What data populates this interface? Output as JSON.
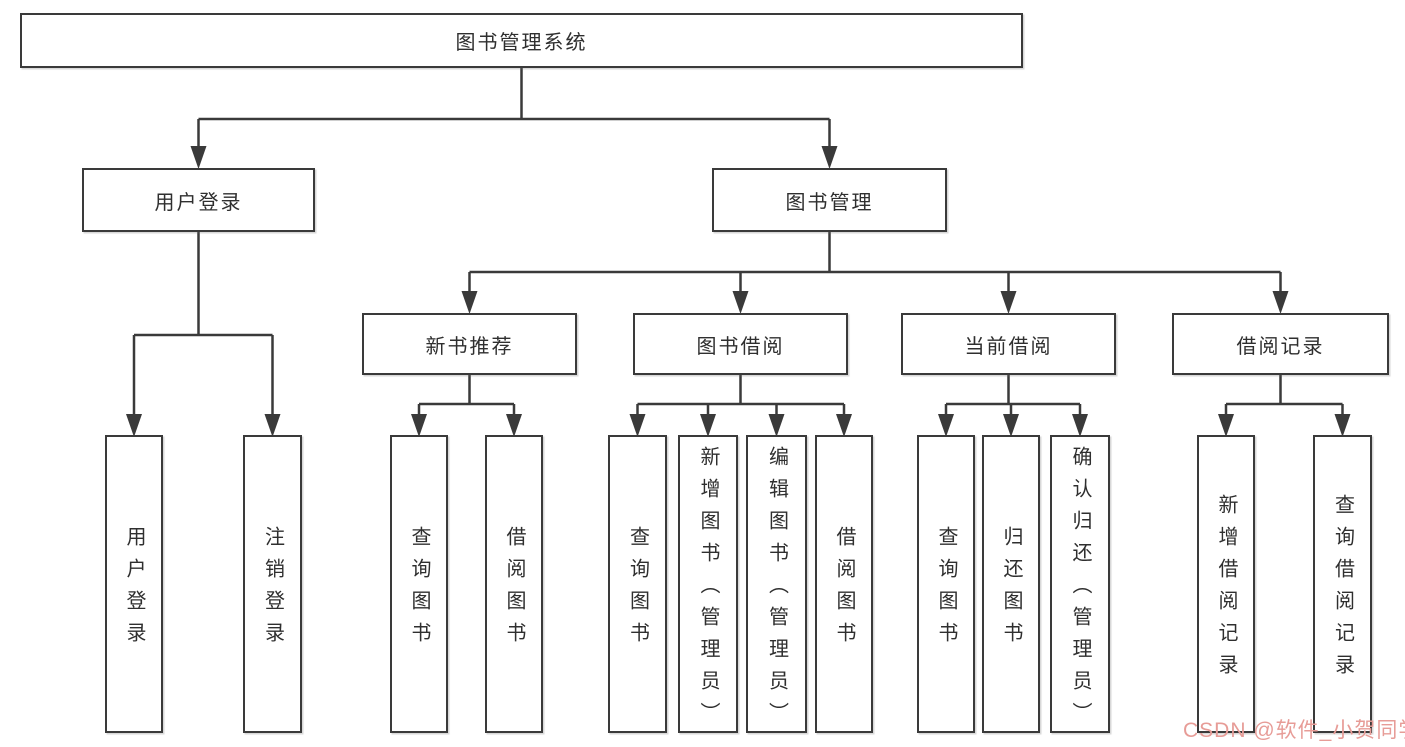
{
  "diagram_title": "图书管理系统",
  "root": {
    "label": "图书管理系统"
  },
  "level2": [
    {
      "label": "用户登录"
    },
    {
      "label": "图书管理"
    }
  ],
  "level3": [
    {
      "label": "新书推荐"
    },
    {
      "label": "图书借阅"
    },
    {
      "label": "当前借阅"
    },
    {
      "label": "借阅记录"
    }
  ],
  "leaves": [
    {
      "label": "用户登录"
    },
    {
      "label": "注销登录"
    },
    {
      "label": "查询图书"
    },
    {
      "label": "借阅图书"
    },
    {
      "label": "查询图书"
    },
    {
      "label": "新增图书（管理员）"
    },
    {
      "label": "编辑图书（管理员）"
    },
    {
      "label": "借阅图书"
    },
    {
      "label": "查询图书"
    },
    {
      "label": "归还图书"
    },
    {
      "label": "确认归还（管理员）"
    },
    {
      "label": "新增借阅记录"
    },
    {
      "label": "查询借阅记录"
    }
  ],
  "watermark": {
    "text": "CSDN @软件_小贺同学"
  },
  "colors": {
    "background": "#ffffff",
    "line": "#3a3a3a",
    "box_border": "#3a3a3a",
    "text": "#2f2f2f",
    "watermark": "#e79c97"
  }
}
